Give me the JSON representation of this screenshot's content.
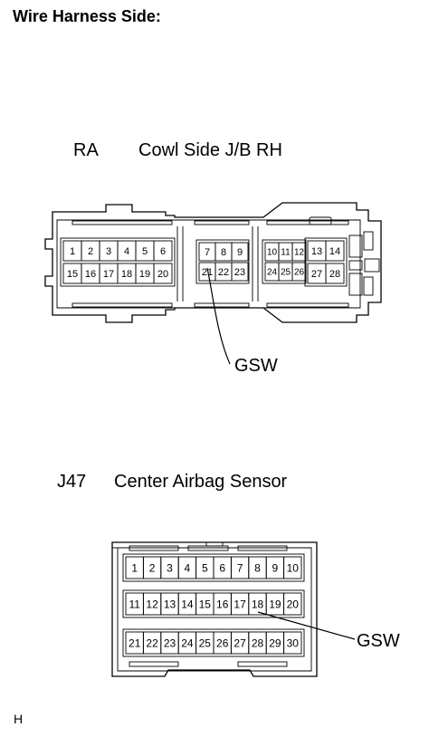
{
  "heading": "Wire Harness Side:",
  "connectors": [
    {
      "code": "RA",
      "name": "Cowl Side J/B RH",
      "label": "GSW",
      "groups": [
        [
          "1",
          "2",
          "3",
          "4",
          "5",
          "6"
        ],
        [
          "15",
          "16",
          "17",
          "18",
          "19",
          "20"
        ],
        [
          "7",
          "8",
          "9"
        ],
        [
          "21",
          "22",
          "23"
        ],
        [
          "10",
          "11",
          "12"
        ],
        [
          "24",
          "25",
          "26"
        ],
        [
          "13",
          "14"
        ],
        [
          "27",
          "28"
        ]
      ]
    },
    {
      "code": "J47",
      "name": "Center Airbag Sensor",
      "label": "GSW",
      "rows": [
        [
          "1",
          "2",
          "3",
          "4",
          "5",
          "6",
          "7",
          "8",
          "9",
          "10"
        ],
        [
          "11",
          "12",
          "13",
          "14",
          "15",
          "16",
          "17",
          "18",
          "19",
          "20"
        ],
        [
          "21",
          "22",
          "23",
          "24",
          "25",
          "26",
          "27",
          "28",
          "29",
          "30"
        ]
      ]
    }
  ],
  "footer": "H"
}
